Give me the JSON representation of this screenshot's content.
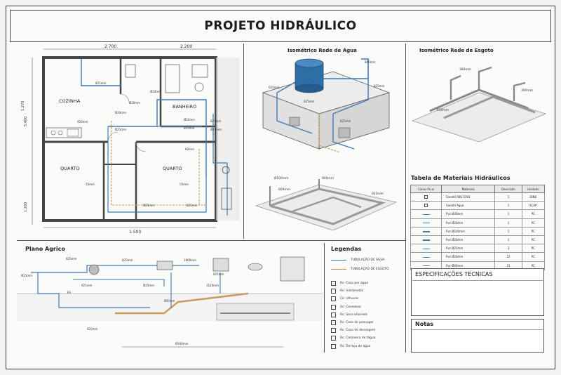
{
  "title": "PROJETO HIDRÁULICO",
  "plan": {
    "dims": {
      "top_left": "2.700",
      "top_right": "2.200",
      "bottom": "1.500",
      "left_upper": "1.270",
      "left_mid": "5.400",
      "left_lower": "1.200"
    },
    "rooms": {
      "kitchen": "COZINHA",
      "bath": "BANHEIRO",
      "room1": "QUARTO",
      "room2": "QUARTO"
    },
    "labels": [
      "825mm",
      "Ø20mm",
      "Ø20mm",
      "Ø20mm",
      "920mm",
      "Ø25mm",
      "805mm",
      "Ø20mm",
      "825mm",
      "Ø25mm",
      "60mm",
      "50mm",
      "50mm",
      "825mm",
      "Ø25mm"
    ]
  },
  "iso_water": {
    "title": "Isométrico Rede de Água",
    "labels": [
      "805mm",
      "825mm",
      "625mm",
      "825mm",
      "825mm"
    ]
  },
  "iso_sewer": {
    "title": "Isométrico Rede de Esgoto",
    "labels": [
      "380mm",
      "300mm",
      "930mm"
    ]
  },
  "iso_mid": {
    "labels": [
      "Ø100mm",
      "900mm",
      "600mm",
      "923mm"
    ]
  },
  "table": {
    "title": "Tabela de Materiais Hidráulicos",
    "headers": [
      "Caixa d'Luz",
      "Materiais",
      "Descrição",
      "Unidade"
    ],
    "rows": [
      {
        "sym": "chk",
        "name": "Sanitêl ABS 0393",
        "qty": "1",
        "unit": "DINE"
      },
      {
        "sym": "chk",
        "name": "Sanitêl Água",
        "qty": "1",
        "unit": "SCAP"
      },
      {
        "sym": "pipe",
        "name": "Pvc Ø30mm",
        "qty": "1",
        "unit": "PC"
      },
      {
        "sym": "pipe",
        "name": "Pvc Ø20mm",
        "qty": "1",
        "unit": "PC"
      },
      {
        "sym": "pipe",
        "name": "Pvc Ø100mm",
        "qty": "1",
        "unit": "PC"
      },
      {
        "sym": "pipe",
        "name": "Pvc Ø20mm",
        "qty": "1",
        "unit": "PC"
      },
      {
        "sym": "pipe",
        "name": "Pvc Ø25mm",
        "qty": "3",
        "unit": "PC"
      },
      {
        "sym": "pipe",
        "name": "Pvc Ø20mm",
        "qty": "22",
        "unit": "PC"
      },
      {
        "sym": "pipe",
        "name": "Pvc Ø40mm",
        "qty": "21",
        "unit": "PC"
      }
    ]
  },
  "section": {
    "title": "Plano Agrico",
    "labels": [
      "825mm",
      "Ø25mm",
      "825mm",
      "1800mm",
      "825mm",
      "925mm",
      "Ø25mm",
      "1520mm",
      "800mm",
      "920mm",
      "ES",
      "Ø100mm"
    ]
  },
  "legend": {
    "title": "Legendas",
    "water_line": "TUBULAÇÃO DE ÁGUA",
    "sewer_line": "TUBULAÇÃO DE ESGOTO",
    "items": [
      "Rs: Casa por água",
      "Rs: Hidrômetro",
      "Ck: Ulhuvas",
      "Vc: Conexosa",
      "Rs: Saca ehomels",
      "Rs: Caso de pexuager",
      "Rs: Caso de decoagem",
      "Rs: Caminera de tágua",
      "Rs: Terraça de água"
    ]
  },
  "specs": {
    "title": "ESPECIFICAÇÕES TÉCNICAS"
  },
  "notes": {
    "title": "Notas"
  }
}
